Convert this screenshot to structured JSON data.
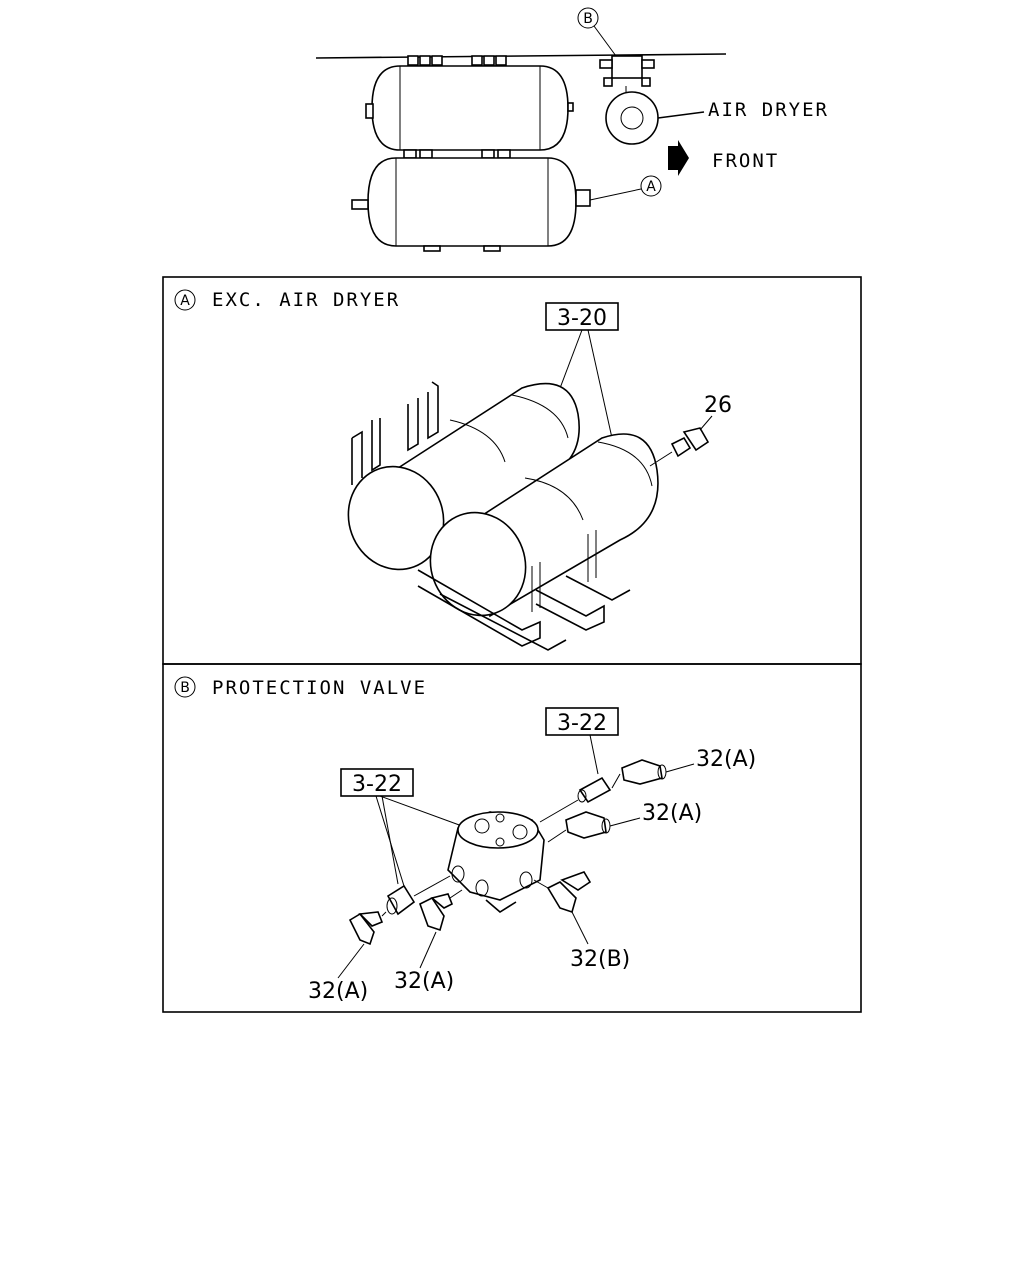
{
  "top_view": {
    "air_dryer_label": "AIR DRYER",
    "front_label": "FRONT",
    "callout_b": "B",
    "callout_a": "A"
  },
  "panel_a": {
    "marker": "A",
    "title": "EXC. AIR DRYER",
    "ref_box": "3-20",
    "part_26": "26"
  },
  "panel_b": {
    "marker": "B",
    "title": "PROTECTION VALVE",
    "ref_box_top": "3-22",
    "ref_box_left": "3-22",
    "part_32a_1": "32(A)",
    "part_32a_2": "32(A)",
    "part_32a_3": "32(A)",
    "part_32a_4": "32(A)",
    "part_32b": "32(B)"
  }
}
